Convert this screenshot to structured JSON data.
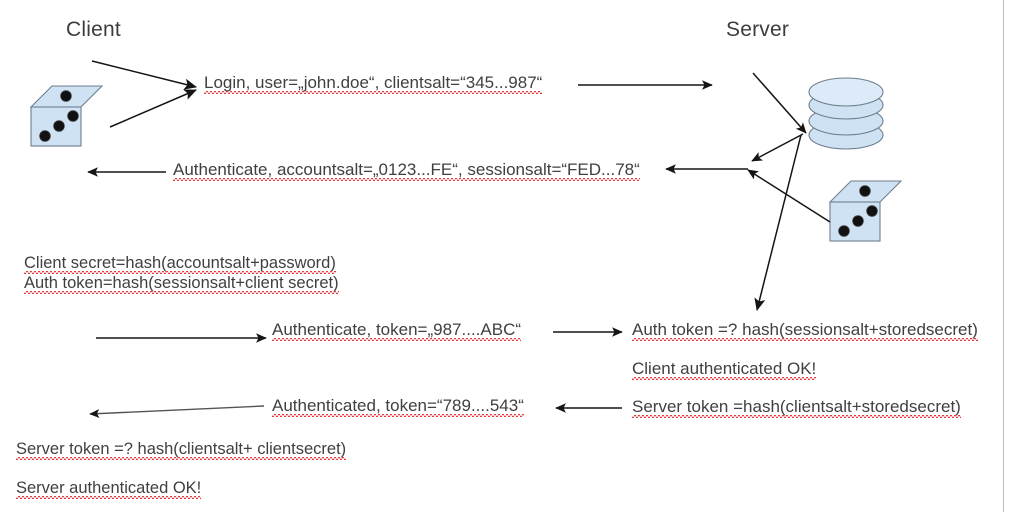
{
  "diagram": {
    "title_client": "Client",
    "title_server": "Server",
    "messages": {
      "login": "Login, user=„john.doe“, clientsalt=“345...987“",
      "authenticate_salts": "Authenticate, accountsalt=„0123...FE“, sessionsalt=“FED...78“",
      "authenticate_token": "Authenticate, token=„987....ABC“",
      "authenticated_token": "Authenticated, token=“789....543“"
    },
    "client_notes": {
      "line1": "Client secret=hash(accountsalt+password)",
      "line2": "Auth token=hash(sessionsalt+client secret)",
      "line3": "Server token =? hash(clientsalt+ clientsecret)",
      "line4": "Server authenticated OK!"
    },
    "server_notes": {
      "line1": "Auth token =? hash(sessionsalt+storedsecret)",
      "line2": "Client authenticated OK!",
      "line3": "Server token =hash(clientsalt+storedsecret)"
    },
    "icons": {
      "client_dice": "dice-icon",
      "server_dice": "dice-icon",
      "database": "database-cylinder-icon"
    },
    "colors": {
      "shape_fill": "#cfe2f3",
      "shape_fill_light": "#dcebf7",
      "shape_stroke": "#6d7f8e",
      "arrow": "#1a1a1a",
      "text": "#404040",
      "spellcheck": "#e03232",
      "page_edge": "#b9bcc0"
    }
  }
}
